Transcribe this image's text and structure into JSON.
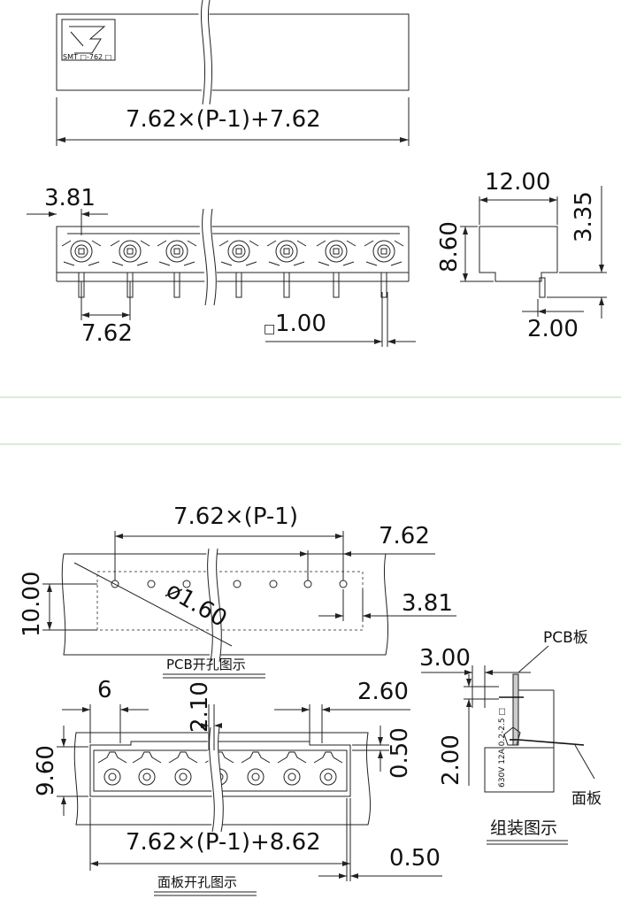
{
  "logo": {
    "text": "SMT □-762 □"
  },
  "top_view": {
    "length_formula": "7.62×(P-1)+7.62"
  },
  "front_view": {
    "offset": "3.81",
    "pitch": "7.62",
    "pin_size_prefix": "□",
    "pin_size": "1.00"
  },
  "side_view": {
    "width": "12.00",
    "height": "8.60",
    "top_offset": "3.35",
    "pin_offset": "2.00"
  },
  "pcb_layout": {
    "span_formula": "7.62×(P-1)",
    "pitch": "7.62",
    "height": "10.00",
    "hole_diameter": "ø1.60",
    "edge_offset": "3.81",
    "caption": "PCB开孔图示"
  },
  "panel_layout": {
    "left_offset": "6",
    "slot_width": "2.10",
    "right_offset": "2.60",
    "top_gap": "0.50",
    "height": "9.60",
    "length_formula": "7.62×(P-1)+8.62",
    "side_gap": "0.50",
    "caption": "面板开孔图示"
  },
  "assembly": {
    "pcb_label": "PCB板",
    "pcb_thickness": "3.00",
    "height": "2.00",
    "panel_label": "面板",
    "side_mark": "630V 12A 0.2-2.5 □",
    "caption": "组装图示"
  },
  "colors": {
    "separator": "#b9d9b2",
    "line": "#222222"
  }
}
